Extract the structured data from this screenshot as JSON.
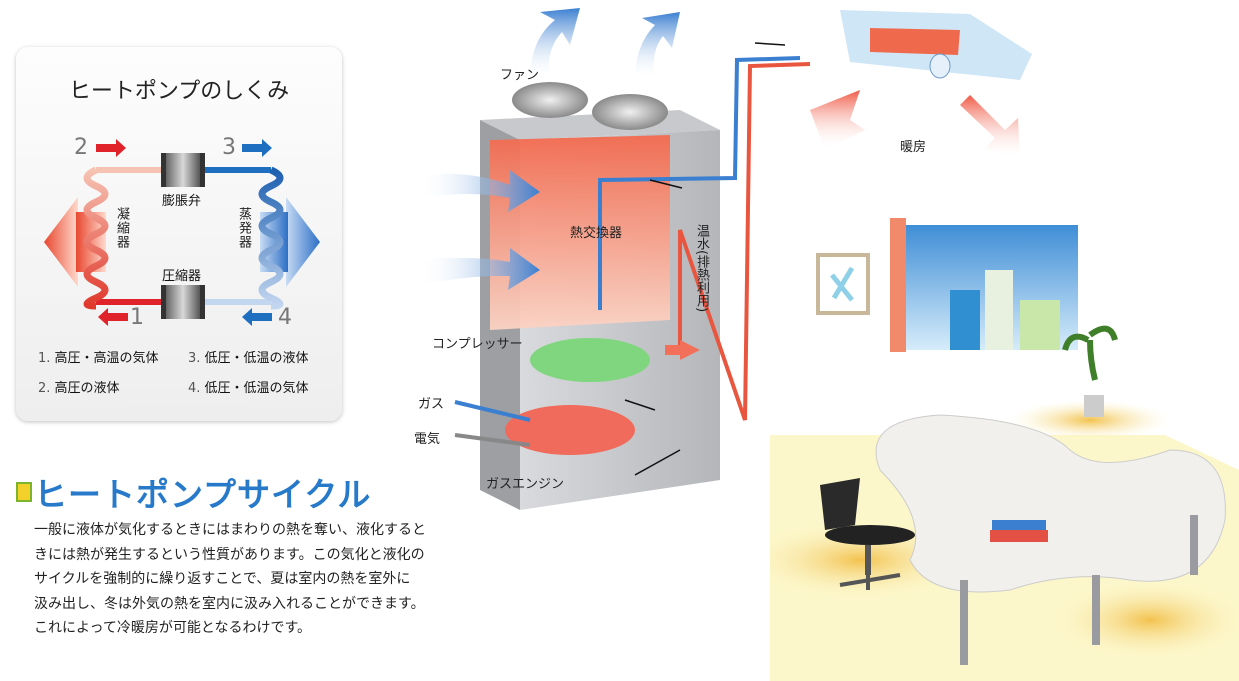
{
  "card": {
    "title": "ヒートポンプのしくみ",
    "valve_label": "膨脹弁",
    "compressor_label": "圧縮器",
    "condenser_label": "凝縮器",
    "evaporator_label": "蒸発器",
    "numbers": [
      "1",
      "2",
      "3",
      "4"
    ],
    "legend": [
      {
        "num": "1.",
        "text": "高圧・高温の気体"
      },
      {
        "num": "3.",
        "text": "低圧・低温の液体"
      },
      {
        "num": "2.",
        "text": "高圧の液体"
      },
      {
        "num": "4.",
        "text": "低圧・低温の気体"
      }
    ]
  },
  "section": {
    "title": "ヒートポンプサイクル",
    "body_lines": [
      "一般に液体が気化するときにはまわりの熱を奪い、液化すると",
      "きには熱が発生するという性質があります。この気化と液化の",
      "サイクルを強制的に繰り返すことで、夏は室内の熱を室外に",
      "汲み出し、冬は外気の熱を室内に汲み入れることができます。",
      "これによって冷暖房が可能となるわけです。"
    ]
  },
  "diagram": {
    "fan": "ファン",
    "heat_exchanger": "熱交換器",
    "hot_water": "温水(排熱利用)",
    "compressor": "コンプレッサー",
    "gas": "ガス",
    "electricity": "電気",
    "gas_engine": "ガスエンジン",
    "heating": "暖房"
  },
  "colors": {
    "accent_blue": "#2779c9",
    "hot_red": "#e83a2a",
    "cold_blue": "#1f6fc0"
  }
}
